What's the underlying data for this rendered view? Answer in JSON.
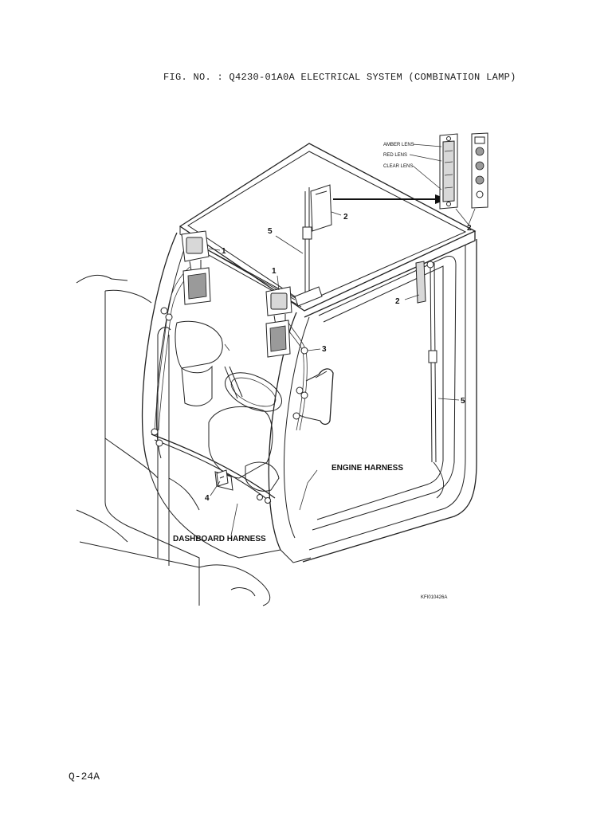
{
  "header": {
    "figure_title": "FIG. NO. :  Q4230-01A0A ELECTRICAL SYSTEM (COMBINATION LAMP)"
  },
  "callouts": {
    "c1a": "1",
    "c1b": "1",
    "c2a": "2",
    "c2b": "2",
    "c2c": "2",
    "c3": "3",
    "c4": "4",
    "c5a": "5",
    "c5b": "5"
  },
  "inset": {
    "amber_lens": "AMBER LENS",
    "red_lens": "RED LENS",
    "clear_lens": "CLEAR LENS"
  },
  "harness": {
    "engine": "ENGINE HARNESS",
    "dashboard": "DASHBOARD HARNESS"
  },
  "drawing_code": "KFI010426A",
  "footer": {
    "page_number": "Q-24A"
  }
}
